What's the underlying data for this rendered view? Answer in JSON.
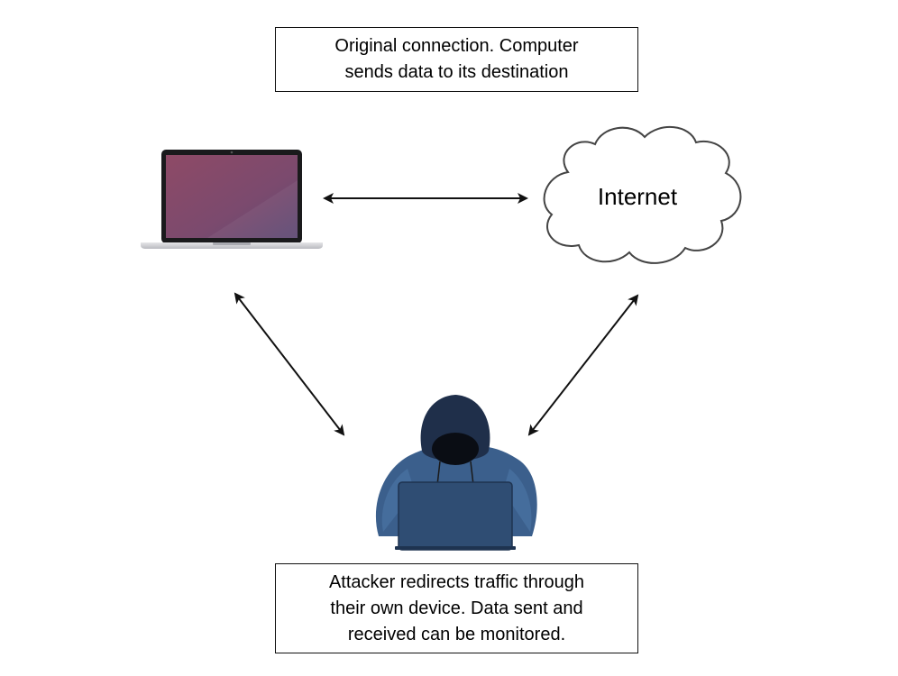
{
  "captions": {
    "top": {
      "line1": "Original connection. Computer",
      "line2": "sends data to its destination"
    },
    "bottom": {
      "line1": "Attacker redirects traffic through",
      "line2": "their own device. Data sent and",
      "line3": "received can be monitored."
    }
  },
  "nodes": {
    "computer": {
      "icon": "laptop-icon"
    },
    "internet": {
      "icon": "cloud-icon",
      "label": "Internet"
    },
    "attacker": {
      "icon": "hooded-hacker-icon"
    }
  },
  "connections": [
    {
      "from": "computer",
      "to": "internet",
      "direction": "bidirectional"
    },
    {
      "from": "computer",
      "to": "attacker",
      "direction": "bidirectional"
    },
    {
      "from": "internet",
      "to": "attacker",
      "direction": "bidirectional"
    }
  ],
  "colors": {
    "arrow": "#111111",
    "cloud_stroke": "#444444",
    "laptop_screen": "#7a4a6a",
    "hoodie": "#3b5f8c",
    "hood_dark": "#1f2f4a",
    "hacker_laptop": "#2f4d73"
  }
}
